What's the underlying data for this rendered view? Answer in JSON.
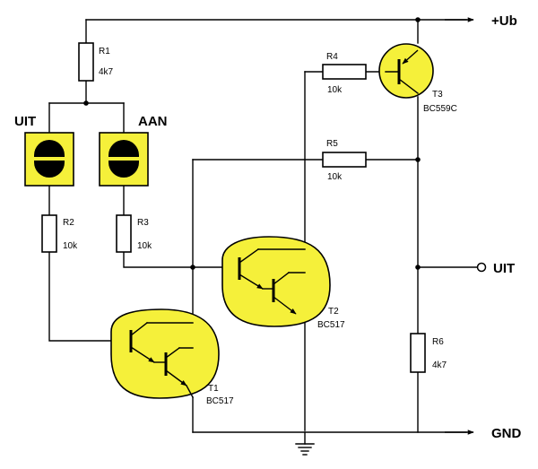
{
  "rails": {
    "supply": "+Ub",
    "ground": "GND",
    "output": "UIT"
  },
  "switches": {
    "off": "UIT",
    "on": "AAN"
  },
  "resistors": {
    "r1": {
      "name": "R1",
      "value": "4k7"
    },
    "r2": {
      "name": "R2",
      "value": "10k"
    },
    "r3": {
      "name": "R3",
      "value": "10k"
    },
    "r4": {
      "name": "R4",
      "value": "10k"
    },
    "r5": {
      "name": "R5",
      "value": "10k"
    },
    "r6": {
      "name": "R6",
      "value": "4k7"
    }
  },
  "transistors": {
    "t1": {
      "name": "T1",
      "type": "BC517"
    },
    "t2": {
      "name": "T2",
      "type": "BC517"
    },
    "t3": {
      "name": "T3",
      "type": "BC559C"
    }
  },
  "colors": {
    "component_fill": "#f5f03a",
    "wire": "#000000"
  }
}
